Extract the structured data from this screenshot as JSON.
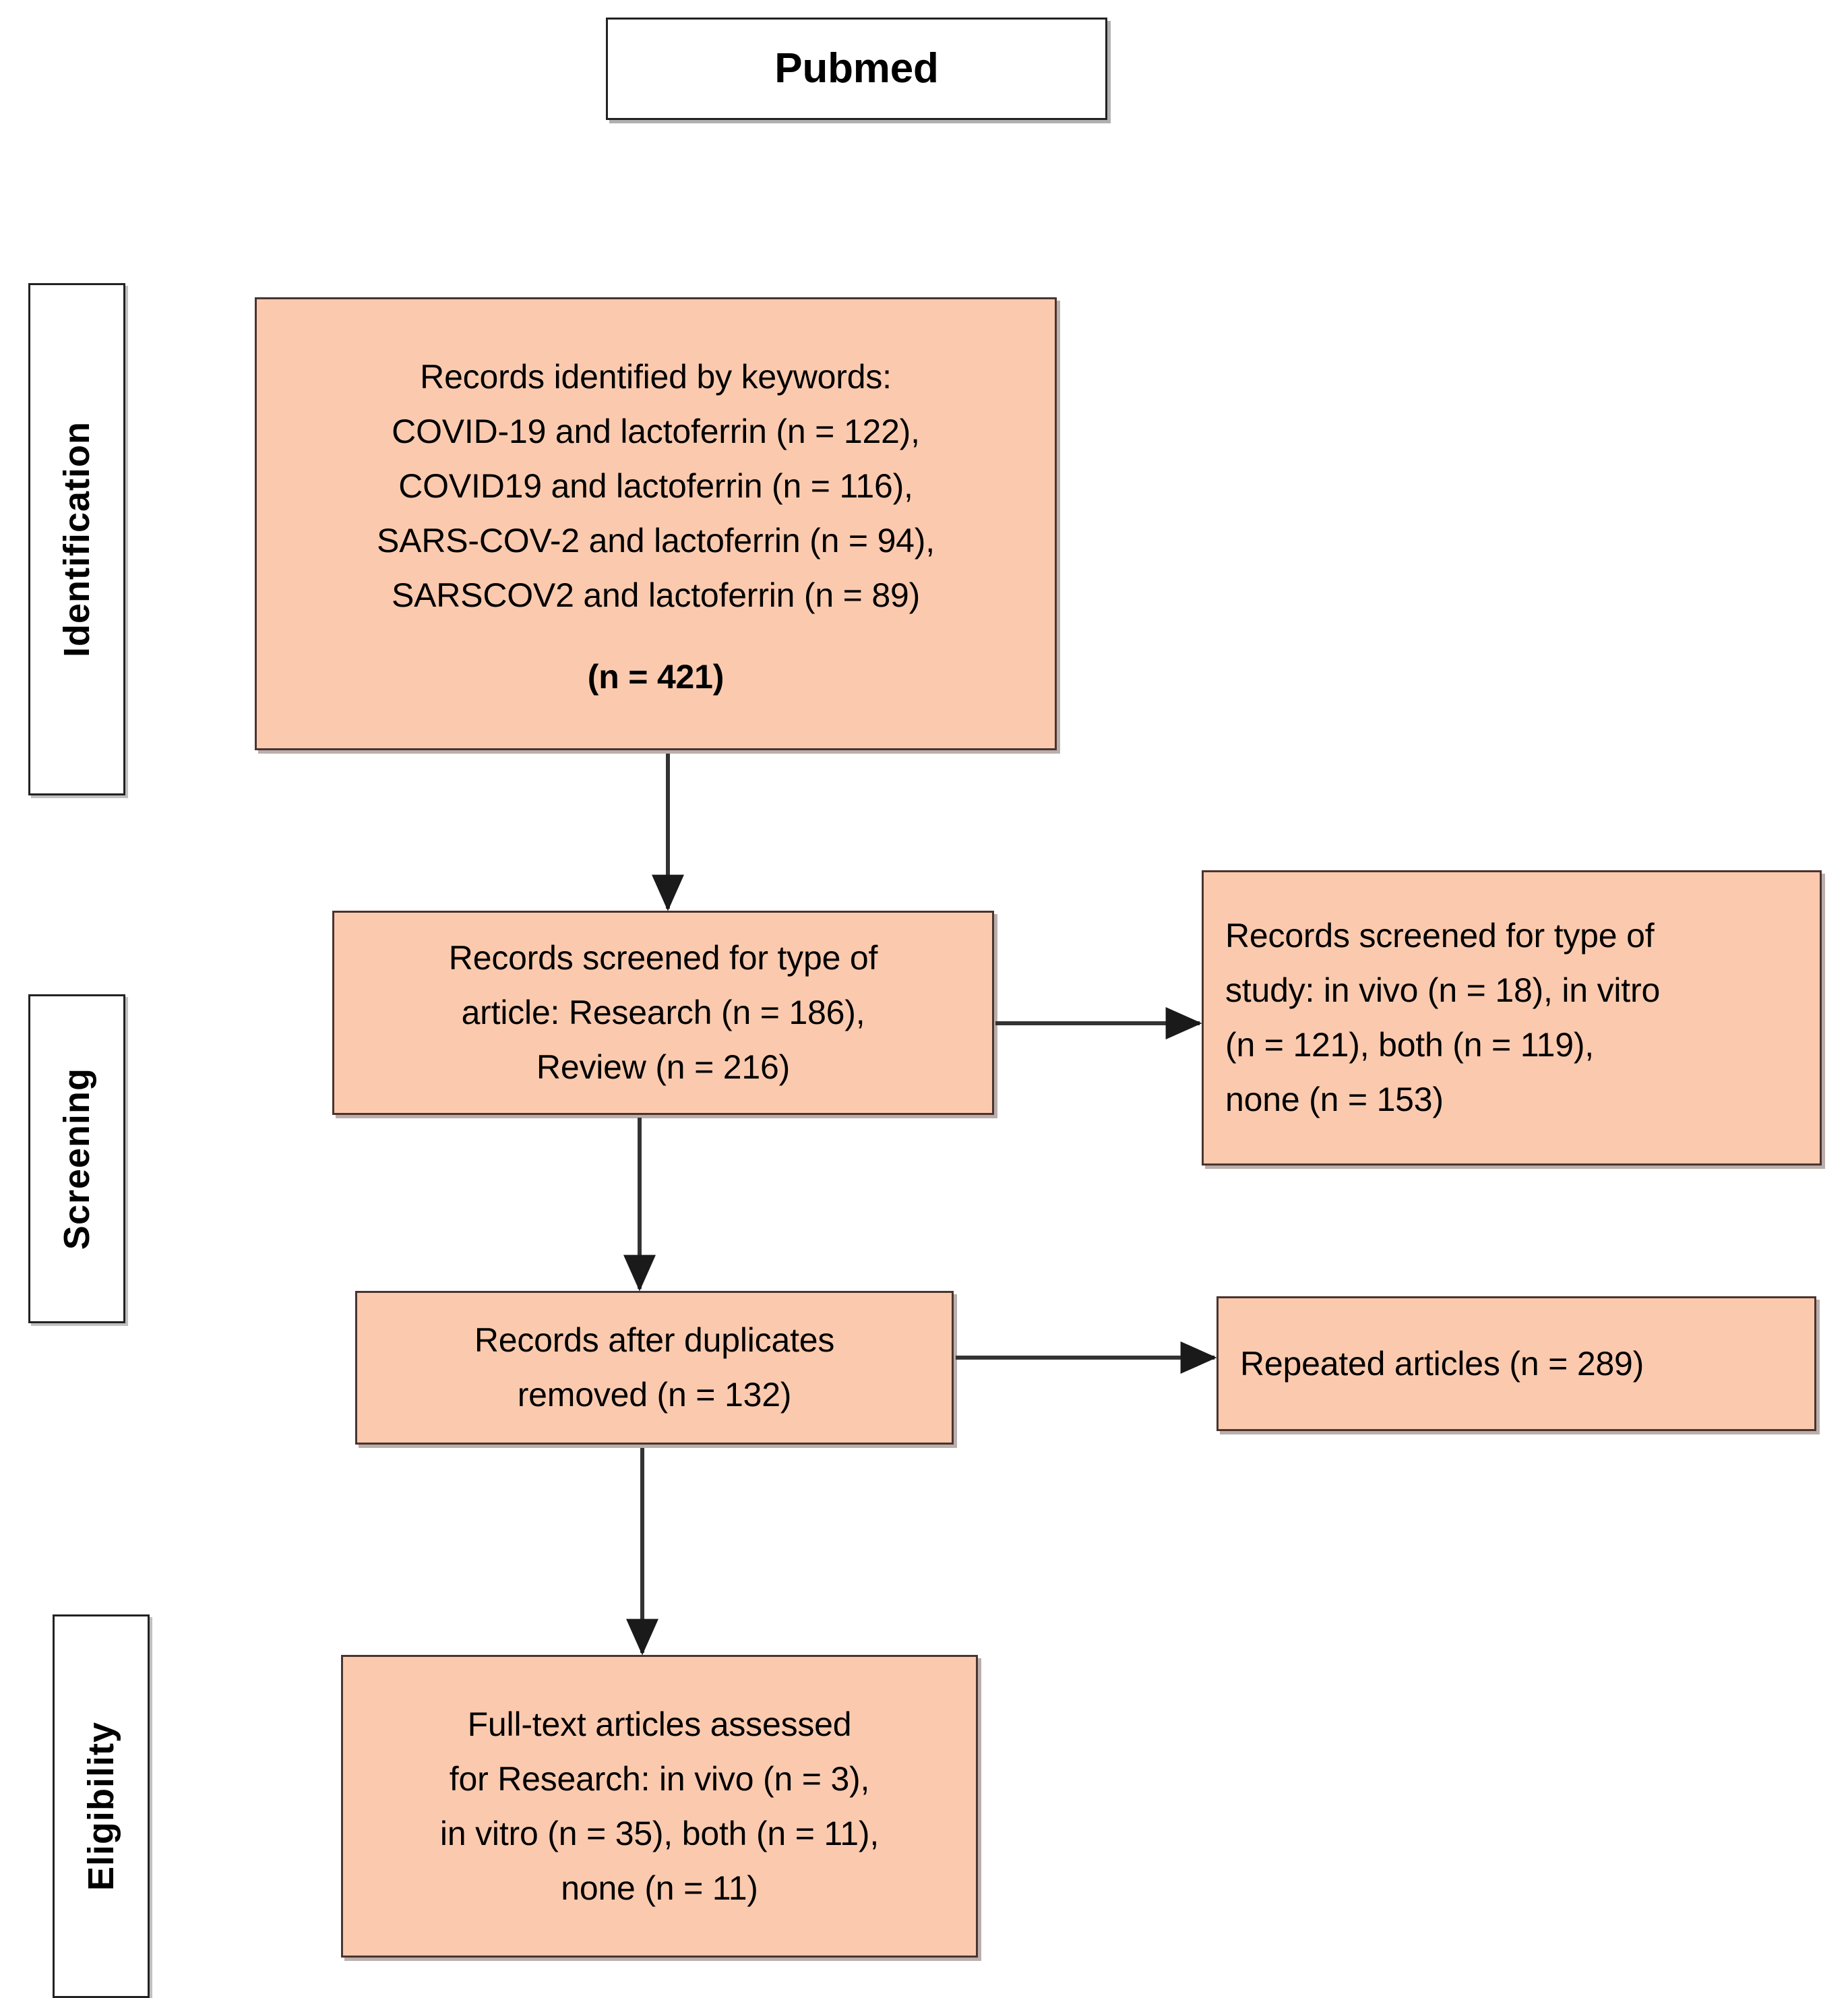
{
  "source": {
    "label": "Pubmed"
  },
  "stages": [
    {
      "id": "identification",
      "label": "Identification"
    },
    {
      "id": "screening",
      "label": "Screening"
    },
    {
      "id": "eligibility",
      "label": "Eligibility"
    }
  ],
  "boxes": {
    "identification": {
      "lines": [
        "Records identified by keywords:",
        "COVID-19 and lactoferrin (n = 122),",
        "COVID19 and lactoferrin (n = 116),",
        "SARS-COV-2 and lactoferrin (n = 94),",
        "SARSCOV2 and lactoferrin (n = 89)"
      ],
      "total": "(n = 421)"
    },
    "screened_article": {
      "lines": [
        "Records screened for type of",
        "article: Research (n = 186),",
        "Review (n = 216)"
      ]
    },
    "screened_study": {
      "lines": [
        "Records screened for type of",
        "study: in vivo (n = 18), in vitro",
        "(n = 121), both (n = 119),",
        "none (n = 153)"
      ]
    },
    "duplicates_removed": {
      "lines": [
        "Records after duplicates",
        "removed (n = 132)"
      ]
    },
    "repeated_articles": {
      "lines": [
        "Repeated articles (n = 289)"
      ]
    },
    "fulltext_assessed": {
      "lines": [
        "Full-text articles assessed",
        "for Research: in vivo (n = 3),",
        "in vitro (n = 35), both (n = 11),",
        "none (n = 11)"
      ]
    }
  },
  "flow_data": {
    "type": "prisma-flow",
    "counts": {
      "keyword_covid19_hyphen": 122,
      "keyword_covid19_plain": 116,
      "keyword_sars_cov_2_hyphen": 94,
      "keyword_sarscov2_plain": 89,
      "identified_total": 421,
      "screened_research": 186,
      "screened_review": 216,
      "study_in_vivo": 18,
      "study_in_vitro": 121,
      "study_both": 119,
      "study_none": 153,
      "after_duplicates_removed": 132,
      "repeated_articles": 289,
      "fulltext_in_vivo": 3,
      "fulltext_in_vitro": 35,
      "fulltext_both": 11,
      "fulltext_none": 11
    },
    "edges": [
      {
        "from": "identification",
        "to": "screened_article",
        "direction": "down"
      },
      {
        "from": "screened_article",
        "to": "screened_study",
        "direction": "right"
      },
      {
        "from": "screened_article",
        "to": "duplicates_removed",
        "direction": "down"
      },
      {
        "from": "duplicates_removed",
        "to": "repeated_articles",
        "direction": "right"
      },
      {
        "from": "duplicates_removed",
        "to": "fulltext_assessed",
        "direction": "down"
      }
    ]
  },
  "colors": {
    "box_fill": "#FBCAAE",
    "box_border": "#4A3430",
    "plain_fill": "#FFFFFF",
    "plain_border": "#222222",
    "connector": "#333333",
    "text": "#000000",
    "background": "#FFFFFF"
  }
}
